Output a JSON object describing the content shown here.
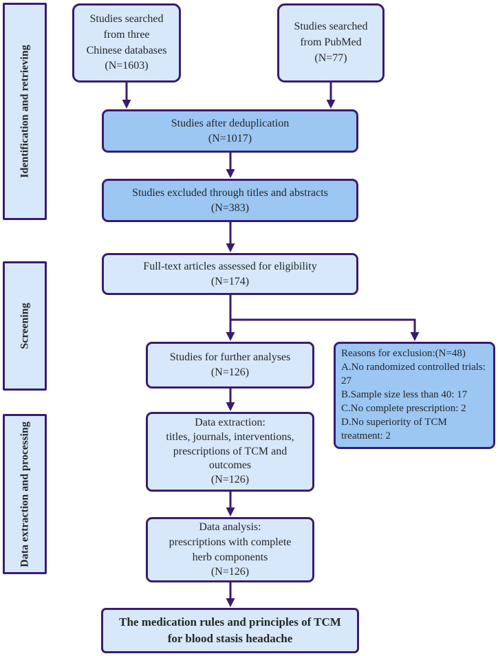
{
  "colors": {
    "box_light_fill": "#d7e8fb",
    "box_medium_fill": "#9bc7f2",
    "border": "#3a1b6e",
    "arrow": "#3a1b6e",
    "text": "#262626"
  },
  "sidebar": {
    "identification": "Identification and retrieving",
    "screening": "Screening",
    "processing": "Data extraction and processing"
  },
  "flow": {
    "chinese_db": "Studies searched\nfrom three\nChinese databases\n(N=1603)",
    "pubmed": "Studies searched\nfrom PubMed\n(N=77)",
    "dedup": "Studies after deduplication\n(N=1017)",
    "excluded": "Studies excluded through titles and abstracts\n(N=383)",
    "fulltext": "Full-text articles assessed for eligibility\n(N=174)",
    "further": "Studies for further analyses\n(N=126)",
    "reasons": "Reasons for exclusion:(N=48)\nA.No randomized controlled trials: 27\nB.Sample size less than 40: 17\nC.No complete prescription: 2\nD.No superiority of TCM treatment: 2",
    "extraction": "Data extraction:\ntitles, journals, interventions,\nprescriptions of TCM and\noutcomes\n(N=126)",
    "analysis": "Data analysis:\nprescriptions with complete\nherb components\n(N=126)",
    "conclusion": "The medication rules and principles of TCM\nfor blood stasis headache"
  }
}
